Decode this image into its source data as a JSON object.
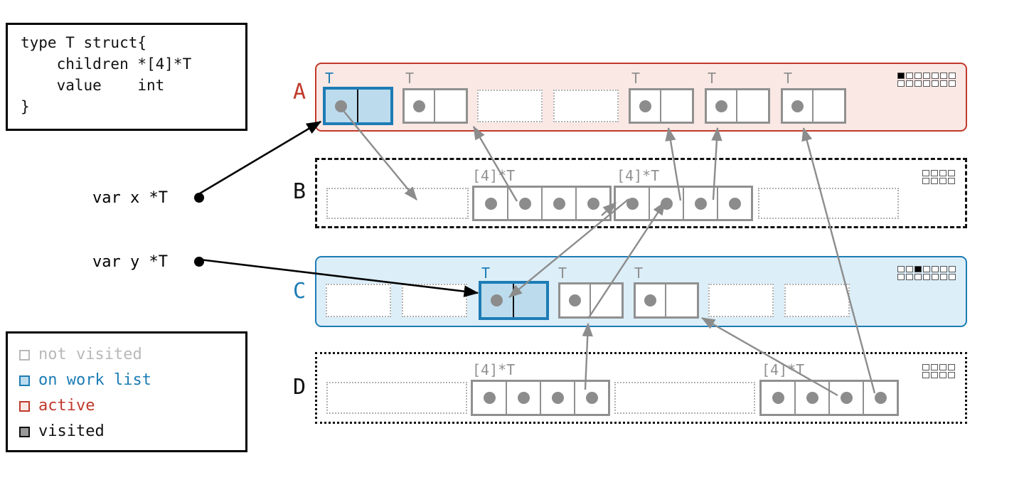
{
  "code_box": {
    "name": "type-definition",
    "lines": [
      "type T struct{",
      "    children *[4]*T",
      "    value    int",
      "}"
    ]
  },
  "legend": {
    "title": "state legend",
    "items": [
      {
        "label": "not visited",
        "border": "#b8b8b8",
        "fill": "#ffffff",
        "text": "#b8b8b8"
      },
      {
        "label": "on work list",
        "border": "#1d7cb5",
        "fill": "#bcdcee",
        "text": "#1d7cb5"
      },
      {
        "label": "active",
        "border": "#c0392b",
        "fill": "#fae8e4",
        "text": "#c0392b"
      },
      {
        "label": "visited",
        "border": "#111111",
        "fill": "#9a9a9a",
        "text": "#111111"
      }
    ]
  },
  "variables": [
    {
      "name": "var-x",
      "label": "var x *T"
    },
    {
      "name": "var-y",
      "label": "var y *T"
    }
  ],
  "colors": {
    "active_border": "#c0392b",
    "active_fill": "#fae8e4",
    "worklist_border": "#1d7cb5",
    "worklist_fill": "#dceef8",
    "cell_gray": "#909090",
    "dot_gray": "#8c8c8c",
    "not_visited": "#b0b0b0",
    "black": "#111111"
  },
  "rows": [
    {
      "id": "A",
      "label": "A",
      "label_color": "#c0392b",
      "state": "active",
      "border_style": "solid",
      "object_type": "T",
      "slots": [
        {
          "kind": "object",
          "type_label": "T",
          "state": "on work list",
          "has_pointer": true
        },
        {
          "kind": "object",
          "type_label": "T",
          "state": "not visited",
          "has_pointer": true
        },
        {
          "kind": "empty"
        },
        {
          "kind": "empty"
        },
        {
          "kind": "object",
          "type_label": "T",
          "state": "not visited",
          "has_pointer": true
        },
        {
          "kind": "object",
          "type_label": "T",
          "state": "not visited",
          "has_pointer": true
        },
        {
          "kind": "object",
          "type_label": "T",
          "state": "not visited",
          "has_pointer": true
        }
      ],
      "bitmap": {
        "rows": 2,
        "cols": 7,
        "marked": [
          0
        ]
      }
    },
    {
      "id": "B",
      "label": "B",
      "label_color": "#111111",
      "state": "not visited",
      "border_style": "dashed",
      "object_type": "[4]*T",
      "slots": [
        {
          "kind": "empty-wide"
        },
        {
          "kind": "array",
          "type_label": "[4]*T",
          "cells": 4
        },
        {
          "kind": "array",
          "type_label": "[4]*T",
          "cells": 4
        },
        {
          "kind": "empty-wide"
        }
      ],
      "bitmap": {
        "rows": 2,
        "cols": 4,
        "marked": []
      }
    },
    {
      "id": "C",
      "label": "C",
      "label_color": "#1d7cb5",
      "state": "on work list",
      "border_style": "solid",
      "object_type": "T",
      "slots": [
        {
          "kind": "empty"
        },
        {
          "kind": "empty"
        },
        {
          "kind": "object",
          "type_label": "T",
          "state": "on work list",
          "has_pointer": true
        },
        {
          "kind": "object",
          "type_label": "T",
          "state": "not visited",
          "has_pointer": true
        },
        {
          "kind": "object",
          "type_label": "T",
          "state": "not visited",
          "has_pointer": true
        },
        {
          "kind": "empty"
        },
        {
          "kind": "empty"
        }
      ],
      "bitmap": {
        "rows": 2,
        "cols": 7,
        "marked": [
          2
        ]
      }
    },
    {
      "id": "D",
      "label": "D",
      "label_color": "#111111",
      "state": "not visited",
      "border_style": "dotted",
      "object_type": "[4]*T",
      "slots": [
        {
          "kind": "empty-wide"
        },
        {
          "kind": "array",
          "type_label": "[4]*T",
          "cells": 4
        },
        {
          "kind": "empty-wide"
        },
        {
          "kind": "array",
          "type_label": "[4]*T",
          "cells": 4
        }
      ],
      "bitmap": {
        "rows": 2,
        "cols": 4,
        "marked": []
      }
    }
  ],
  "edges": {
    "root_pointers": 2,
    "heap_pointers": 10
  }
}
